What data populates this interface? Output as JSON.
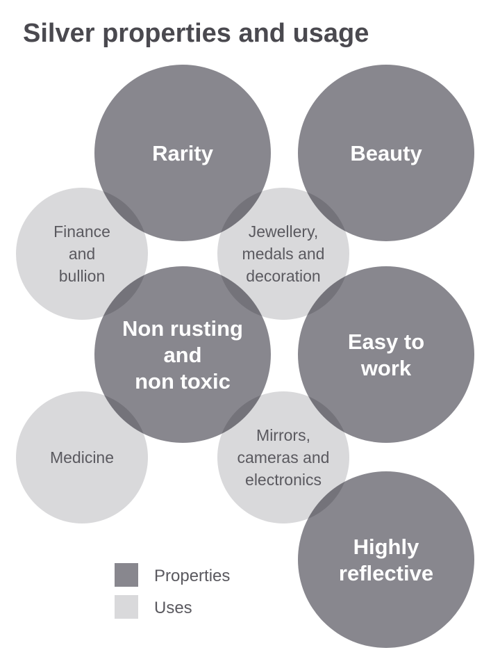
{
  "title": "Silver properties and usage",
  "colors": {
    "properties": "#88878e",
    "uses": "#d9d9db"
  },
  "uses": [
    {
      "lines": [
        "Finance",
        "and",
        "bullion"
      ]
    },
    {
      "lines": [
        "Jewellery,",
        "medals and",
        "decoration"
      ]
    },
    {
      "lines": [
        "Medicine"
      ]
    },
    {
      "lines": [
        "Mirrors,",
        "cameras and",
        "electronics"
      ]
    }
  ],
  "properties": [
    {
      "lines": [
        "Rarity"
      ]
    },
    {
      "lines": [
        "Beauty"
      ]
    },
    {
      "lines": [
        "Non rusting",
        "and",
        "non toxic"
      ]
    },
    {
      "lines": [
        "Easy to",
        "work"
      ]
    },
    {
      "lines": [
        "Highly",
        "reflective"
      ]
    }
  ],
  "legend": {
    "properties": "Properties",
    "uses": "Uses"
  }
}
